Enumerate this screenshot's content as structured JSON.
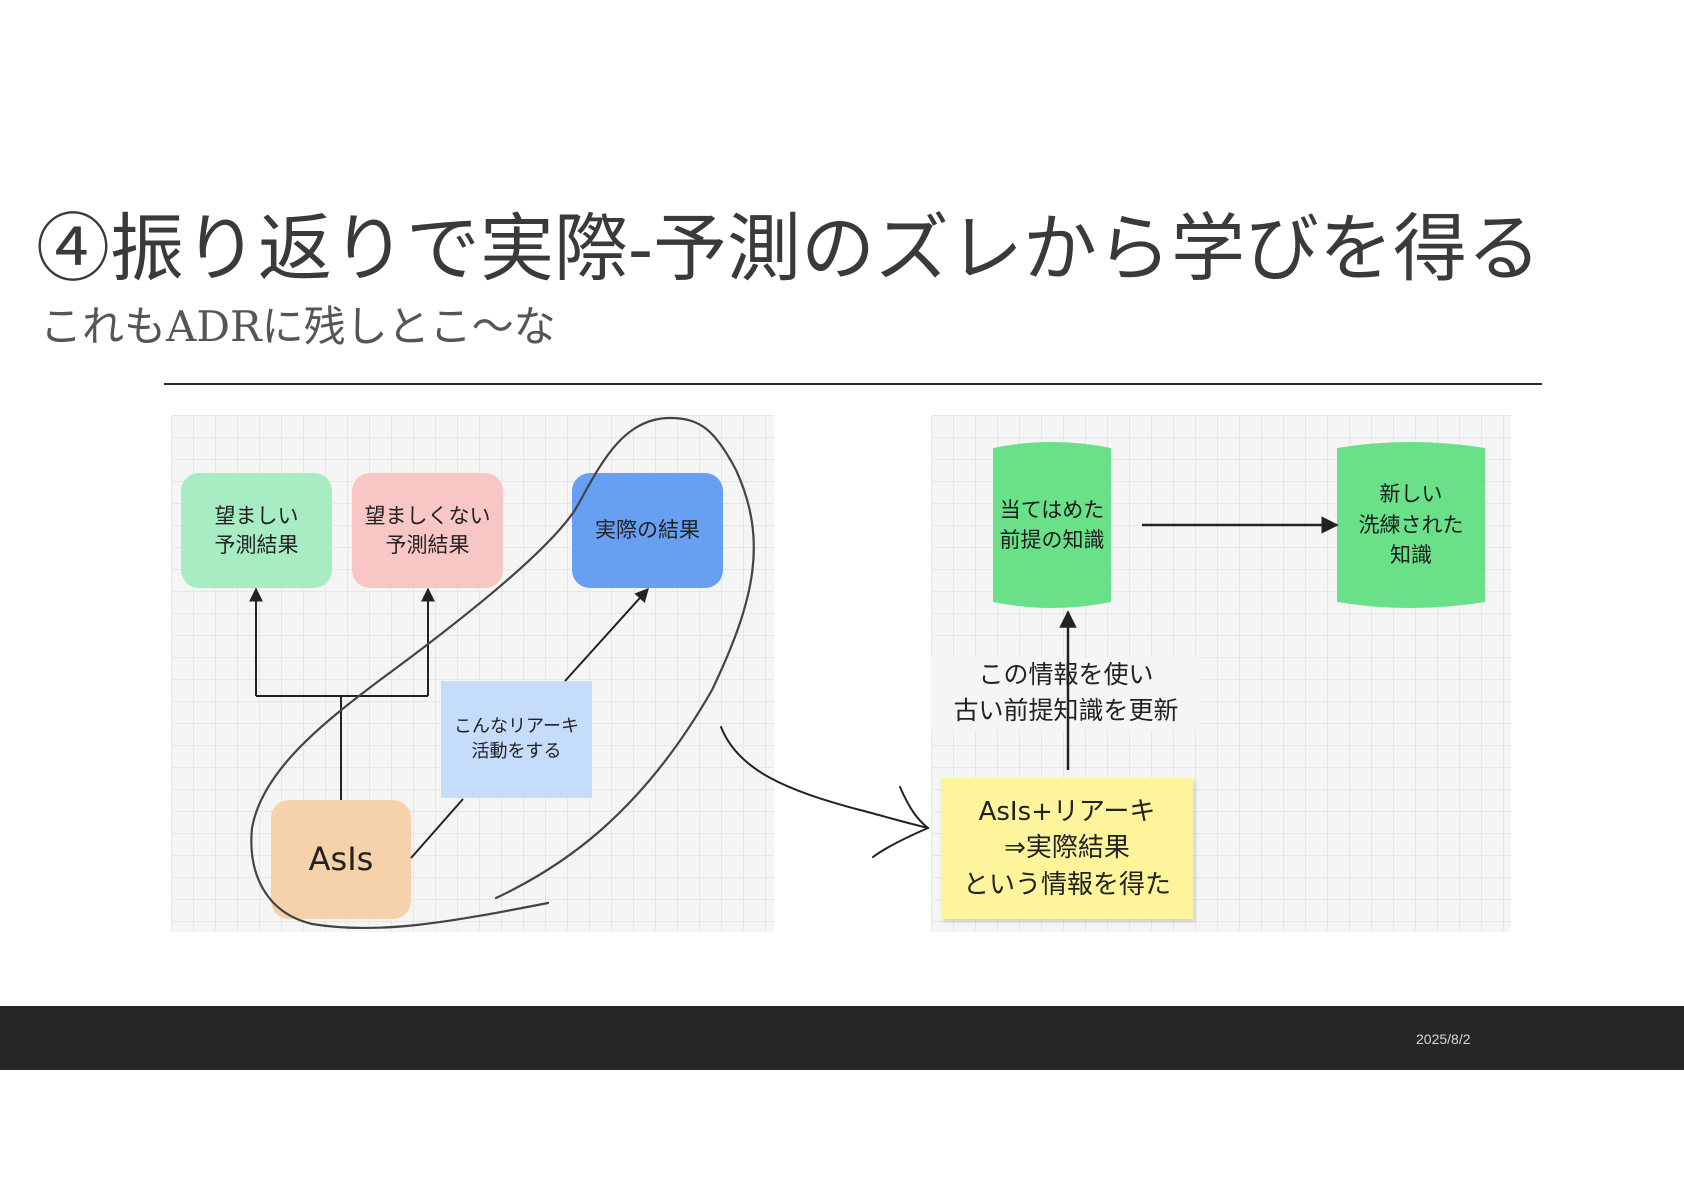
{
  "slide": {
    "title": "④振り返りで実際-予測のズレから学びを得る",
    "subtitle": "これもADRに残しとこ〜な",
    "date": "2025/8/2"
  },
  "left_diagram": {
    "desirable": "望ましい\n予測結果",
    "undesirable": "望ましくない\n予測結果",
    "actual": "実際の結果",
    "note": "こんなリアーキ\n活動をする",
    "asis": "AsIs"
  },
  "right_diagram": {
    "premise": "当てはめた\n前提の知識",
    "new_knowledge": "新しい\n洗練された\n知識",
    "update_text": "この情報を使い\n古い前提知識を更新",
    "result_note": "AsIs+リアーキ\n⇒実際結果\nという情報を得た"
  },
  "colors": {
    "desirable": "#a8ecc4",
    "undesirable": "#f9c6c6",
    "actual": "#679ff2",
    "note_blue": "#c6dcfb",
    "asis": "#f6d2aa",
    "cylinder": "#6ae089",
    "note_yellow": "#fdf49c",
    "footer": "#262626"
  }
}
